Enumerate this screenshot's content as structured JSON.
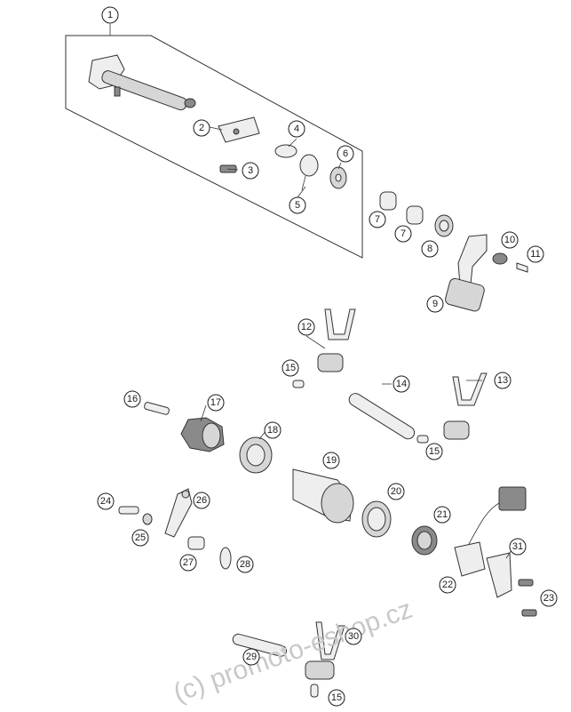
{
  "watermark": "(c) promoto-eshop.cz",
  "callouts": [
    "1",
    "2",
    "3",
    "4",
    "5",
    "6",
    "7",
    "7",
    "8",
    "9",
    "10",
    "11",
    "12",
    "13",
    "14",
    "15",
    "15",
    "15",
    "16",
    "17",
    "18",
    "19",
    "20",
    "21",
    "22",
    "23",
    "24",
    "25",
    "26",
    "27",
    "28",
    "29",
    "30",
    "31"
  ],
  "colors": {
    "line": "#333333",
    "part_fill": "#d6d6d6",
    "watermark": "#c8c8c8"
  }
}
